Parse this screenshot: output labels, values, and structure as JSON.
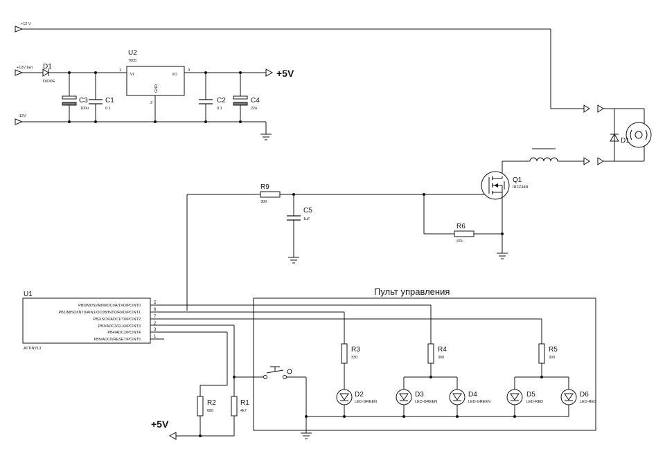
{
  "power": {
    "plus12": "+12 V",
    "plus12_in": "+12V вкл",
    "minus12": "-12V",
    "plus5_top": "+5V",
    "plus5_bottom": "+5V"
  },
  "regulator": {
    "ref": "U2",
    "value": "7805",
    "pin_vi": "VI",
    "pin_vo": "VO",
    "pin_gnd": "GND",
    "pin1": "1",
    "pin2": "2",
    "pin3": "3"
  },
  "diode_in": {
    "ref": "D1",
    "value": "DIODE"
  },
  "caps": {
    "c3": {
      "ref": "C3",
      "value": "100u"
    },
    "c1": {
      "ref": "C1",
      "value": "0.1"
    },
    "c2": {
      "ref": "C2",
      "value": "0.1"
    },
    "c4": {
      "ref": "C4",
      "value": "22u"
    },
    "c5": {
      "ref": "C5",
      "value": "1uF"
    }
  },
  "resistors": {
    "r9": {
      "ref": "R9",
      "value": "300"
    },
    "r6": {
      "ref": "R6",
      "value": "47k"
    },
    "r3": {
      "ref": "R3",
      "value": "330"
    },
    "r4": {
      "ref": "R4",
      "value": "300"
    },
    "r5": {
      "ref": "R5",
      "value": "300"
    },
    "r2": {
      "ref": "R2",
      "value": "680"
    },
    "r1": {
      "ref": "R1",
      "value": "4k7"
    }
  },
  "mosfet": {
    "ref": "Q1",
    "value": "IRFZ44N"
  },
  "load": {
    "ref": "D1"
  },
  "mcu": {
    "ref": "U1",
    "part": "ATTINY13",
    "pins": [
      {
        "label": "PB0/MOSI/AIN0/OC0A/TXD/PCINT0",
        "num": "5"
      },
      {
        "label": "PB1/MISO/INT0/AIN1/OC0B/INTO/RXD/PCINT1",
        "num": "6"
      },
      {
        "label": "PB2/SCK/ADC1/T0/PCINT2",
        "num": "7"
      },
      {
        "label": "PB3/ADC3/CLKI/PCINT3",
        "num": "2"
      },
      {
        "label": "PB4/ADC2/PCINT4",
        "num": "3"
      },
      {
        "label": "PB5/ADC0/RESET/PCINT5",
        "num": "1"
      }
    ]
  },
  "panel": {
    "title": "Пульт управления"
  },
  "leds": {
    "d2": {
      "ref": "D2",
      "value": "LED-GREEN"
    },
    "d3": {
      "ref": "D3",
      "value": "LED-GREEN"
    },
    "d4": {
      "ref": "D4",
      "value": "LED-GREEN"
    },
    "d5": {
      "ref": "D5",
      "value": "LED-RED"
    },
    "d6": {
      "ref": "D6",
      "value": "LED-RED"
    }
  },
  "colors": {
    "ink": "#111111",
    "background": "#ffffff"
  }
}
